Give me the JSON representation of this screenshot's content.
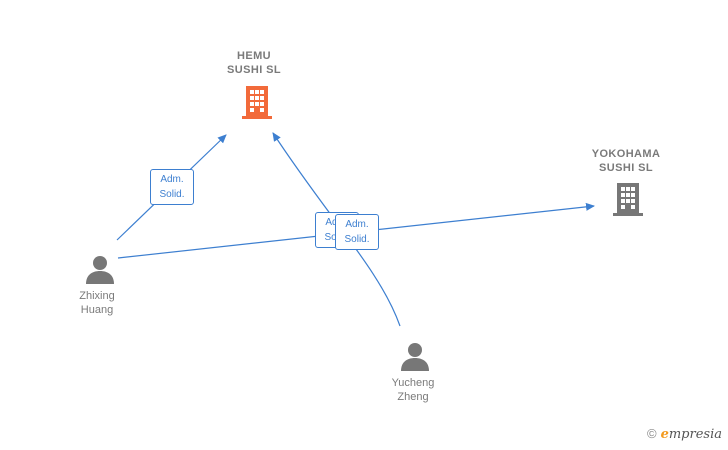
{
  "colors": {
    "edge": "#3d7fd0",
    "company_main": "#f26a3a",
    "company_other": "#777777",
    "person": "#777777",
    "label": "#7a7a7a"
  },
  "nodes": {
    "hemu": {
      "name_line1": "HEMU",
      "name_line2": "SUSHI  SL",
      "icon": "building-icon"
    },
    "yokohama": {
      "name_line1": "YOKOHAMA",
      "name_line2": "SUSHI  SL",
      "icon": "building-icon"
    },
    "zhixing": {
      "name_line1": "Zhixing",
      "name_line2": "Huang",
      "icon": "person-icon"
    },
    "yucheng": {
      "name_line1": "Yucheng",
      "name_line2": "Zheng",
      "icon": "person-icon"
    }
  },
  "edges": {
    "zhixing_hemu": {
      "line1": "Adm.",
      "line2": "Solid."
    },
    "yucheng_hemu": {
      "line1": "Adm.",
      "line2": "Solid."
    },
    "zhixing_yokohama": {
      "line1": "Adm.",
      "line2": "Solid."
    }
  },
  "brand": {
    "copyright": "©",
    "initial": "e",
    "rest": "mpresia"
  }
}
